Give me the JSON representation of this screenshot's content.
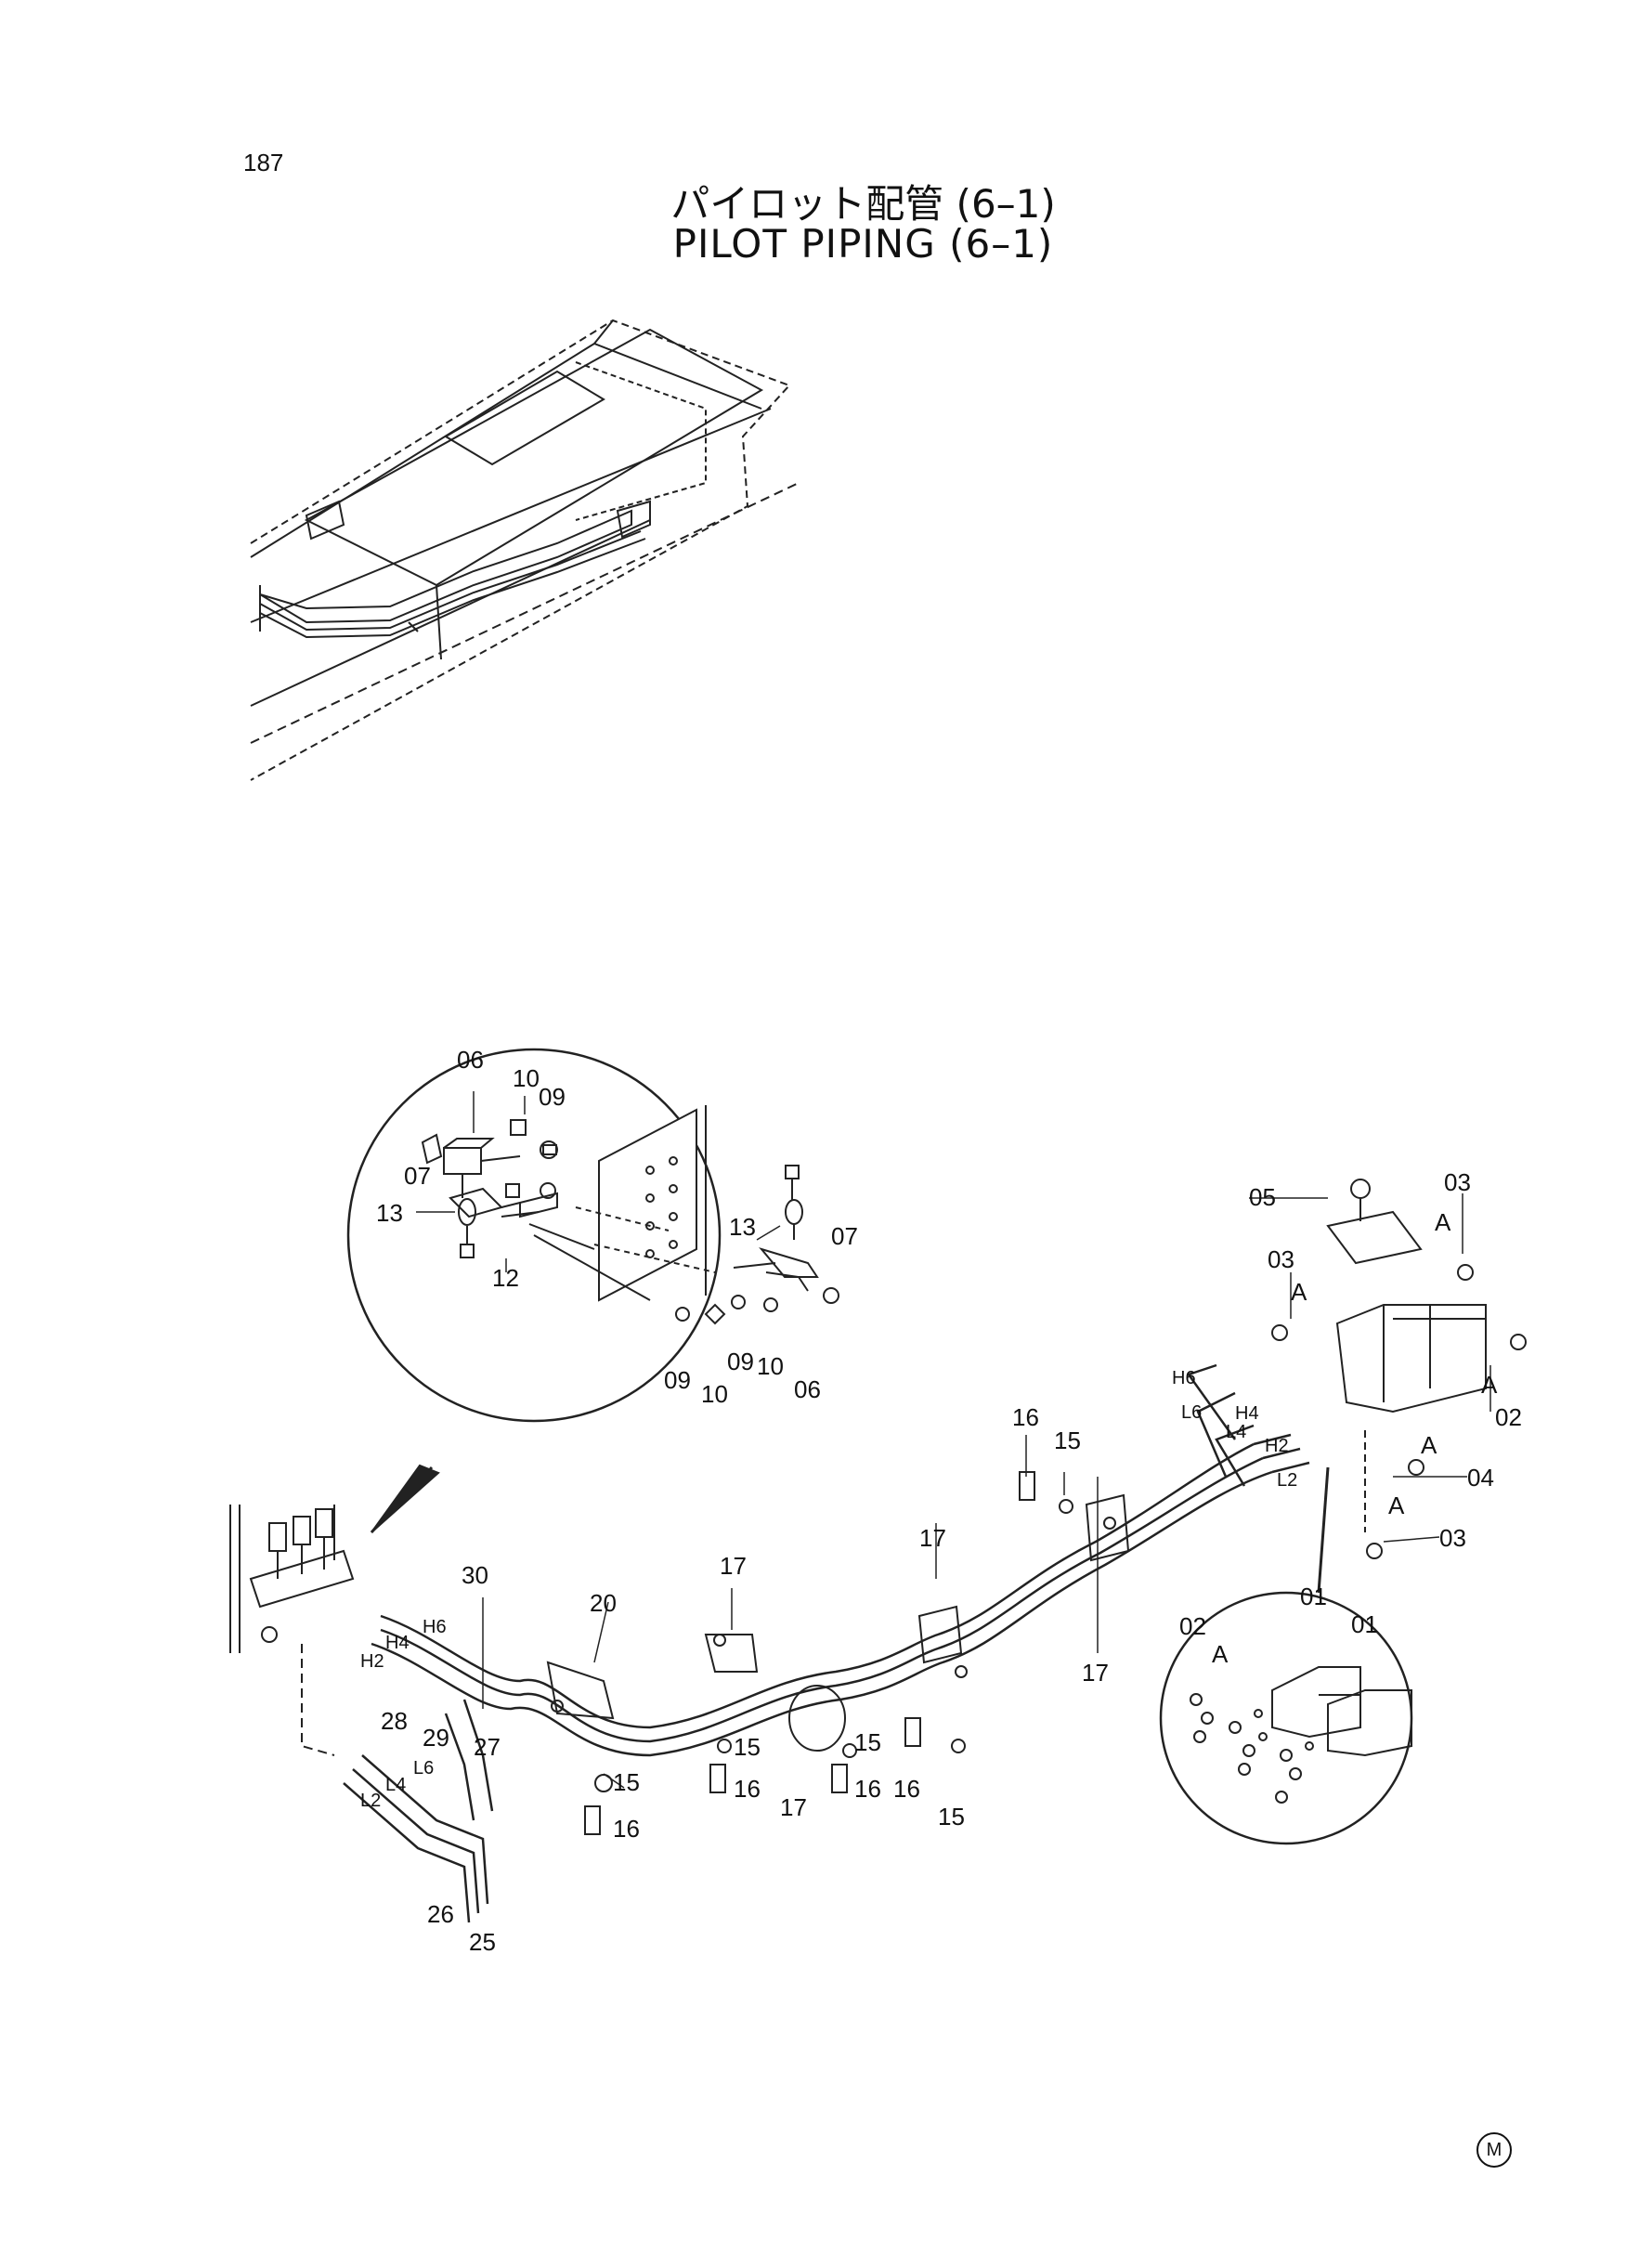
{
  "page_number": "187",
  "title_jp": "パイロット配管 (6–1)",
  "title_en": "PILOT PIPING (6–1)",
  "mark": "M",
  "callouts": {
    "p01": "01",
    "p02": "02",
    "p03": "03",
    "p04": "04",
    "p05": "05",
    "p06": "06",
    "p07": "07",
    "p09": "09",
    "p10": "10",
    "p12": "12",
    "p13": "13",
    "p15": "15",
    "p16": "16",
    "p17": "17",
    "p20": "20",
    "p25": "25",
    "p26": "26",
    "p27": "27",
    "p28": "28",
    "p29": "29",
    "p30": "30",
    "A": "A",
    "H6": "H6",
    "H4": "H4",
    "H2": "H2",
    "L6": "L6",
    "L4": "L4",
    "L2": "L2"
  }
}
